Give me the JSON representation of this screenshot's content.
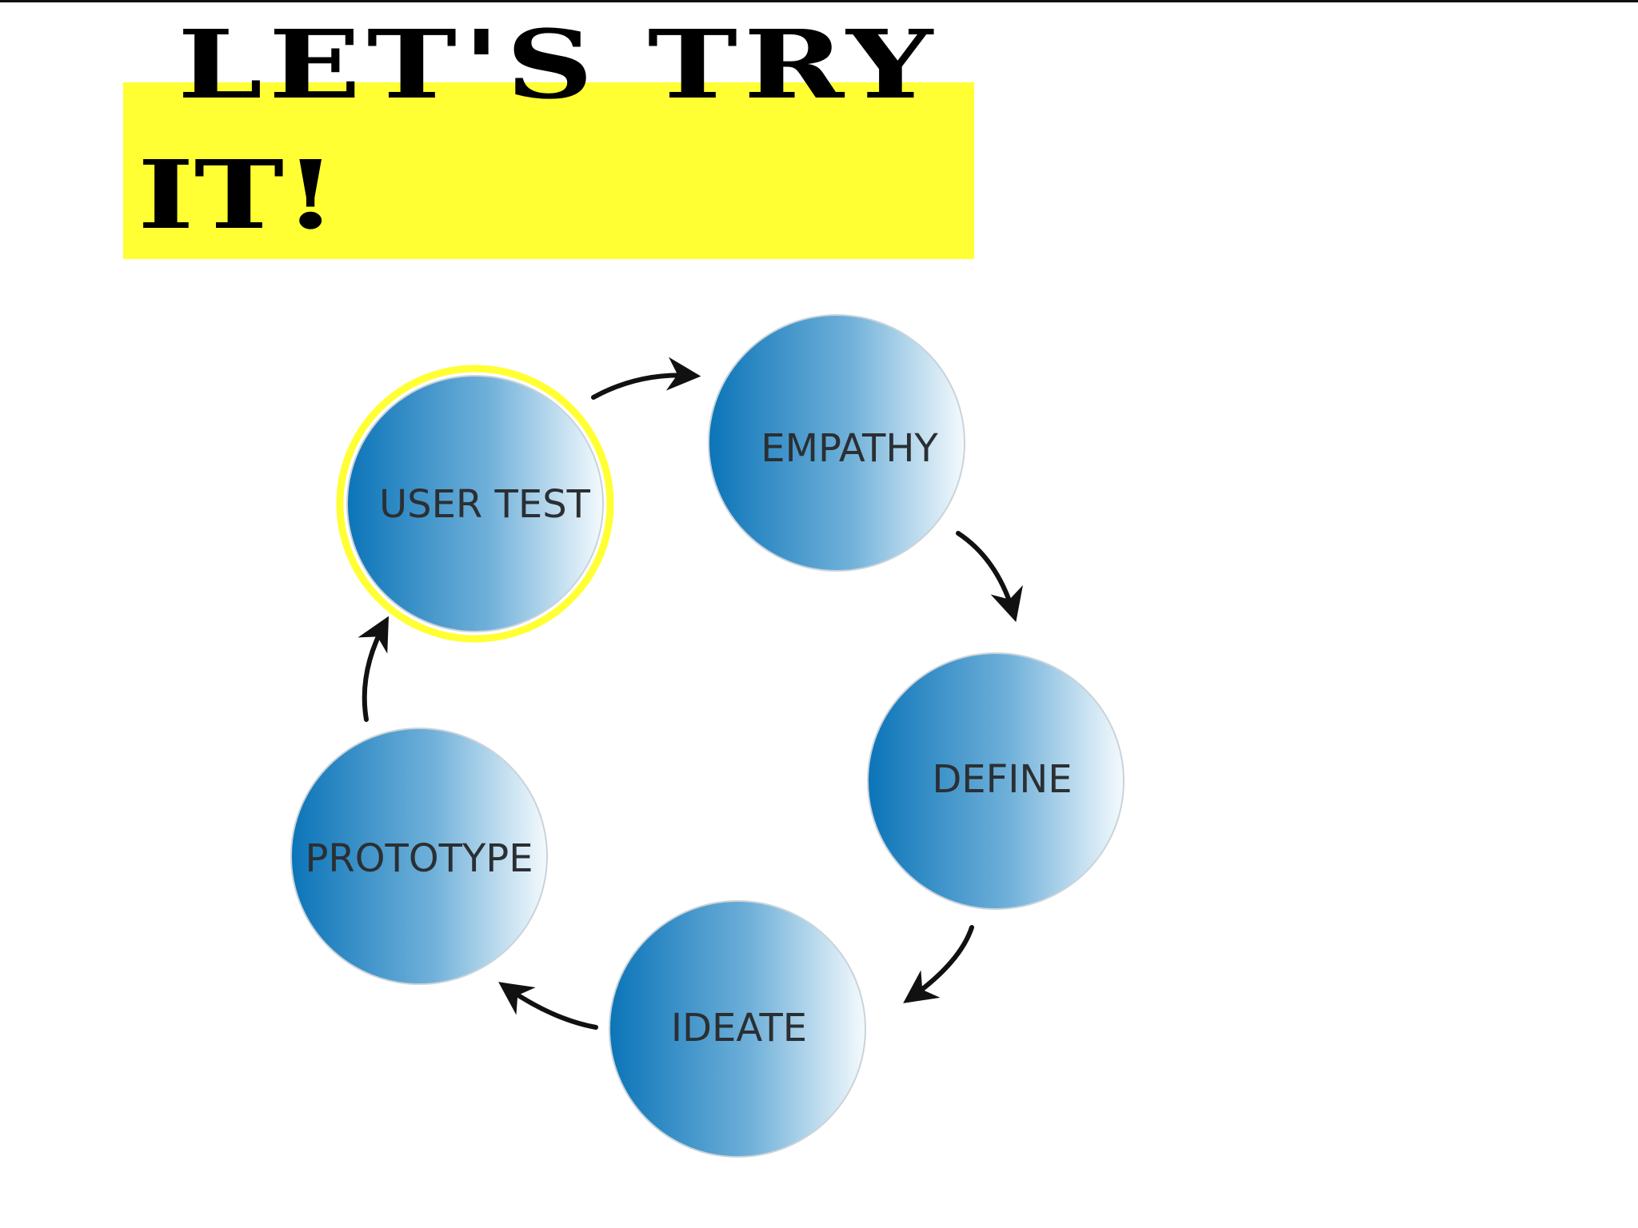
{
  "slide": {
    "title_line_1": "LET'S TRY",
    "title_line_2": "IT!"
  },
  "colors": {
    "highlight": "#ffff33",
    "circle_dark": "#0b74b8",
    "circle_light": "#f4fafd",
    "label": "#2b2f33",
    "arrow": "#111111"
  },
  "cycle": {
    "steps": [
      {
        "label": "EMPATHY",
        "highlighted": false
      },
      {
        "label": "DEFINE",
        "highlighted": false
      },
      {
        "label": "IDEATE",
        "highlighted": false
      },
      {
        "label": "PROTOTYPE",
        "highlighted": false
      },
      {
        "label": "USER TEST",
        "highlighted": true
      }
    ]
  }
}
